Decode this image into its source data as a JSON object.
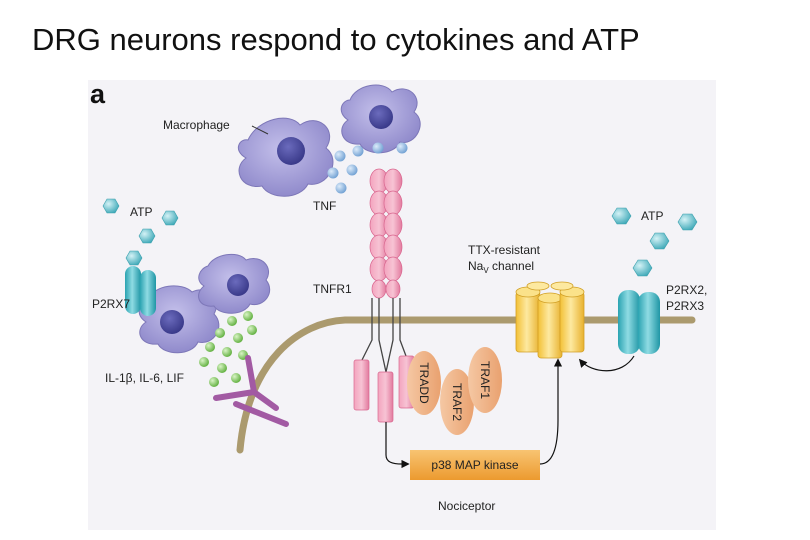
{
  "title": "DRG neurons respond to cytokines and ATP",
  "panel_letter": "a",
  "labels": {
    "macrophage": "Macrophage",
    "tnf": "TNF",
    "atp_left": "ATP",
    "atp_right": "ATP",
    "p2rx7": "P2RX7",
    "tnfr1": "TNFR1",
    "cytokines": "IL-1β, IL-6, LIF",
    "ttx_line1": "TTX-resistant",
    "ttx_line2_main": "Na",
    "ttx_line2_sub": "V",
    "ttx_line2_end": " channel",
    "p2rx23_line1": "P2RX2,",
    "p2rx23_line2": "P2RX3",
    "tradd": "TRADD",
    "traf2": "TRAF2",
    "traf1": "TRAF1",
    "p38": "p38 MAP kinase",
    "nociceptor": "Nociceptor"
  },
  "colors": {
    "background": "#f4f3f7",
    "macrophage": "#9b95d3",
    "nucleus": "#4d4da1",
    "tnf_molecule": "#8fb6e0",
    "atp_molecule": "#6fc3d1",
    "tnfr_receptor": "#ef8fae",
    "cytokine": "#8ecf6a",
    "cytokine_receptor": "#a25aa3",
    "na_channel": "#f6ca45",
    "p2rx_channel": "#3fb6c2",
    "traf": "#f0b48b",
    "p38_box": "#f3a53f",
    "membrane": "#ac9a6e"
  }
}
